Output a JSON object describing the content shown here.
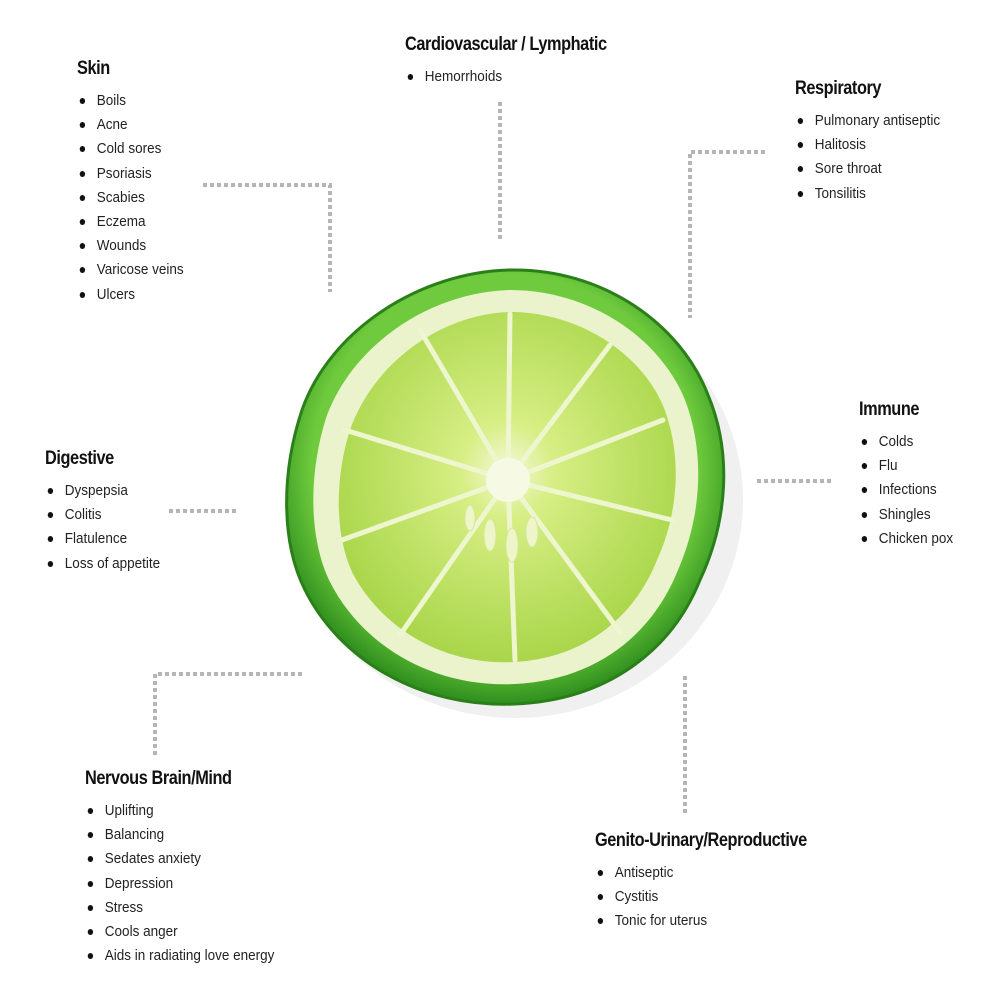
{
  "diagram": {
    "center_image": "bergamot-slice-icon",
    "colors": {
      "rind_dark": "#2f8f1e",
      "rind_light": "#63c43a",
      "pith": "#e9f3c8",
      "pulp": "#b8de52",
      "pulp_light": "#d3ec7e",
      "connector": "#b5b5b5"
    },
    "groups": [
      {
        "key": "skin",
        "title": "Skin",
        "items": [
          "Boils",
          "Acne",
          "Cold sores",
          "Psoriasis",
          "Scabies",
          "Eczema",
          "Wounds",
          "Varicose veins",
          "Ulcers"
        ]
      },
      {
        "key": "cardiovascular",
        "title": "Cardiovascular / Lymphatic",
        "items": [
          "Hemorrhoids"
        ]
      },
      {
        "key": "respiratory",
        "title": "Respiratory",
        "items": [
          "Pulmonary antiseptic",
          "Halitosis",
          "Sore throat",
          "Tonsilitis"
        ]
      },
      {
        "key": "immune",
        "title": "Immune",
        "items": [
          "Colds",
          "Flu",
          "Infections",
          "Shingles",
          "Chicken pox"
        ]
      },
      {
        "key": "digestive",
        "title": "Digestive",
        "items": [
          "Dyspepsia",
          "Colitis",
          "Flatulence",
          "Loss of appetite"
        ]
      },
      {
        "key": "nervous",
        "title": "Nervous Brain/Mind",
        "items": [
          "Uplifting",
          "Balancing",
          "Sedates anxiety",
          "Depression",
          "Stress",
          "Cools anger",
          "Aids in radiating love energy"
        ]
      },
      {
        "key": "genito",
        "title": "Genito-Urinary/Reproductive",
        "items": [
          "Antiseptic",
          "Cystitis",
          "Tonic for uterus"
        ]
      }
    ]
  }
}
